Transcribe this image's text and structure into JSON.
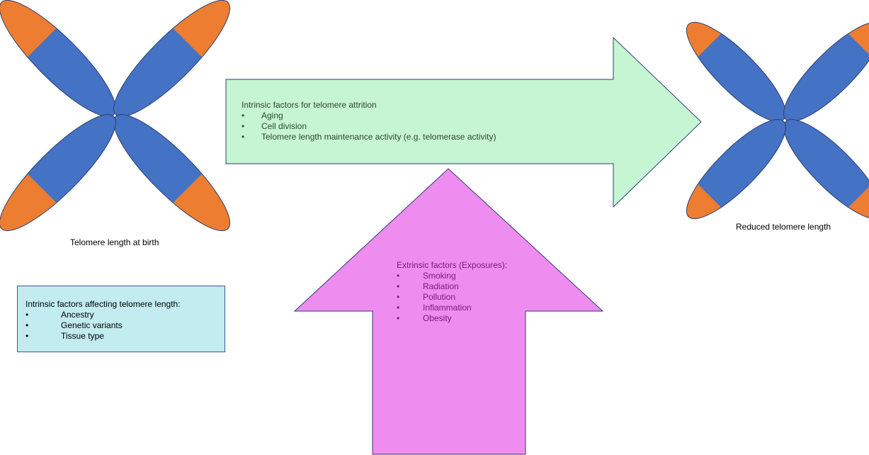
{
  "captions": {
    "birth": "Telomere length at birth",
    "reduced": "Reduced telomere length"
  },
  "attrition": {
    "title": "Intrinsic factors for telomere attrition",
    "items": [
      "Aging",
      "Cell division",
      "Telomere length maintenance activity (e.g. telomerase activity)"
    ]
  },
  "extrinsic": {
    "title": "Extrinsic factors (Exposures):",
    "items": [
      "Smoking",
      "Radiation",
      "Pollution",
      "Inflammation",
      "Obesity"
    ]
  },
  "intrinsic_length": {
    "title": "Intrinsic factors affecting telomere length:",
    "items": [
      "Ancestry",
      "Genetic variants",
      "Tissue type"
    ]
  },
  "bullet": "•",
  "colors": {
    "chromatid_body": "#4472c4",
    "telomere": "#ed7d31",
    "outline": "#2f3f6f",
    "attrition_arrow": "#c6f5d3",
    "extrinsic_arrow": "#ee8cf0",
    "intrinsic_box": "#c2ecf0",
    "extrinsic_text": "#7a1a7a",
    "attrition_text": "#2a4a2a"
  }
}
